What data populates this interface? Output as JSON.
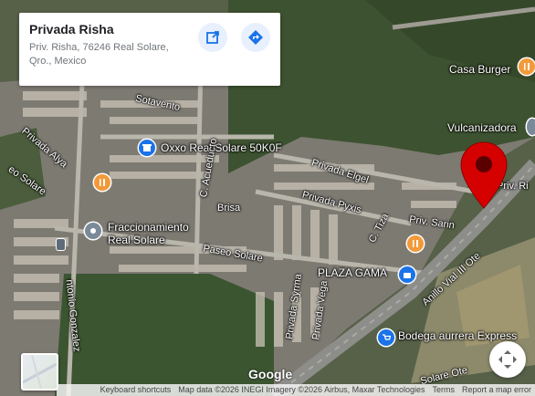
{
  "place_card": {
    "title": "Privada Risha",
    "address_line1": "Priv. Risha, 76246 Real Solare,",
    "address_line2": "Qro., Mexico",
    "open_button_icon": "open-in-new-icon",
    "directions_button_icon": "directions-icon"
  },
  "labels": {
    "sotavento": "Sotavento",
    "casa_burger": "Casa Burger",
    "vulcanizadora": "Vulcanizadora",
    "oxxo": "Oxxo Real Solare 50K0F",
    "privada_elgel": "Privada Elgel",
    "privada_pyxis": "Privada Pyxis",
    "priv_ri": "Priv. Ri",
    "priv_sarin": "Priv. Sarin",
    "fraccionamiento_1": "Fraccionamiento",
    "fraccionamiento_2": "Real Solare",
    "paseo_solare": "Paseo Solare",
    "plaza_gama": "PLAZA GAMA",
    "anillo_vial": "Anillo Vial III Ote",
    "bodega": "Bodega aurrera Express",
    "privada_alya": "Privada Alya",
    "paseo_solare_left": "eo Solare",
    "brisa": "Brisa",
    "c_acueducto": "C. Acueducto",
    "c_tiza": "C. Tiza",
    "privada_syrma": "Privada Syrma",
    "privada_vega": "Privada Vega",
    "antonio_gonzalez": "ntonio Gonzalez",
    "solare_ote": "Solare Ote"
  },
  "footer": {
    "google": "Google",
    "keyboard_shortcuts": "Keyboard shortcuts",
    "map_data": "Map data ©2026 INEGI Imagery ©2026 Airbus, Maxar Technologies",
    "terms": "Terms",
    "report": "Report a map error"
  },
  "colors": {
    "pin": "#d50000",
    "poi_blue": "#1a73e8",
    "poi_orange": "#f29a3a",
    "poi_gray": "#7b8a99"
  }
}
